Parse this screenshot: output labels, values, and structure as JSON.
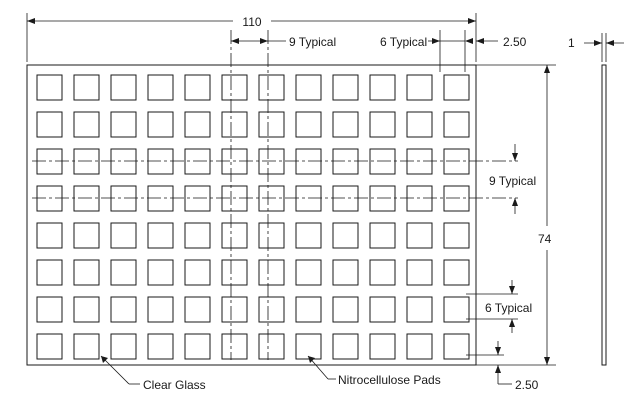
{
  "drawing": {
    "dimensions": {
      "overall_width": "110",
      "overall_height": "74",
      "thickness": "1",
      "pad_pitch_horizontal": "9 Typical",
      "pad_pitch_vertical": "9 Typical",
      "pad_size_horizontal": "6 Typical",
      "pad_size_vertical": "6 Typical",
      "edge_margin_right": "2.50",
      "edge_margin_bottom": "2.50"
    },
    "callouts": {
      "glass": "Clear Glass",
      "pads": "Nitrocellulose Pads"
    },
    "grid": {
      "rows": 8,
      "columns": 12
    },
    "colors": {
      "line": "#1a1a1a",
      "background": "#ffffff"
    }
  }
}
